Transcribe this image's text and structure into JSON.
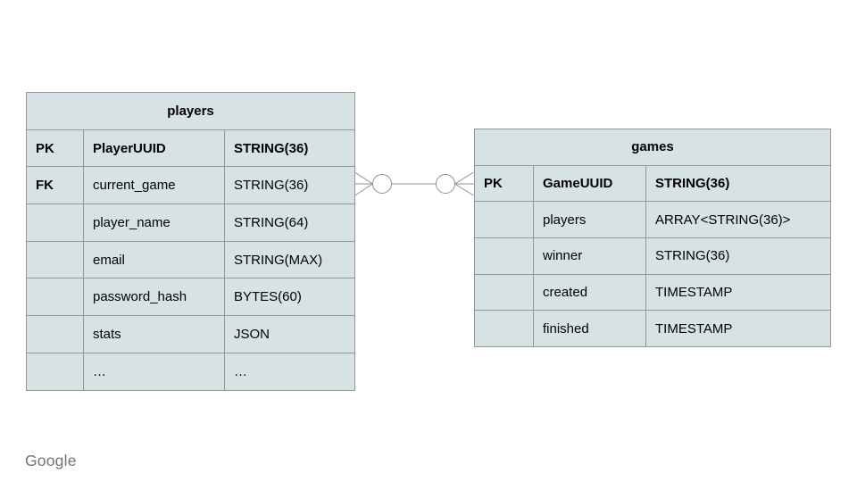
{
  "slide": {
    "background": "#ffffff",
    "footer_logo": "Google"
  },
  "colors": {
    "table_fill": "#d6e2e4",
    "table_border": "#969696",
    "connector": "#8f8f8f",
    "text": "#000000",
    "logo_gray": "#737373"
  },
  "tables": {
    "players": {
      "title": "players",
      "rows": [
        {
          "key": "PK",
          "name": "PlayerUUID",
          "type": "STRING(36)",
          "bold": true
        },
        {
          "key": "FK",
          "name": "current_game",
          "type": "STRING(36)",
          "bold": false
        },
        {
          "key": "",
          "name": "player_name",
          "type": "STRING(64)",
          "bold": false
        },
        {
          "key": "",
          "name": "email",
          "type": "STRING(MAX)",
          "bold": false
        },
        {
          "key": "",
          "name": "password_hash",
          "type": "BYTES(60)",
          "bold": false
        },
        {
          "key": "",
          "name": "stats",
          "type": "JSON",
          "bold": false
        },
        {
          "key": "",
          "name": "…",
          "type": "…",
          "bold": false
        }
      ]
    },
    "games": {
      "title": "games",
      "rows": [
        {
          "key": "PK",
          "name": "GameUUID",
          "type": "STRING(36)",
          "bold": true
        },
        {
          "key": "",
          "name": "players",
          "type": "ARRAY<STRING(36)>",
          "bold": false
        },
        {
          "key": "",
          "name": "winner",
          "type": "STRING(36)",
          "bold": false
        },
        {
          "key": "",
          "name": "created",
          "type": "TIMESTAMP",
          "bold": false
        },
        {
          "key": "",
          "name": "finished",
          "type": "TIMESTAMP",
          "bold": false
        }
      ]
    }
  },
  "relationship": {
    "from": "players.current_game",
    "to": "games.GameUUID",
    "cardinality": "zero-or-many to zero-or-many",
    "notation": "crow-foot with optionality circles on both ends"
  }
}
